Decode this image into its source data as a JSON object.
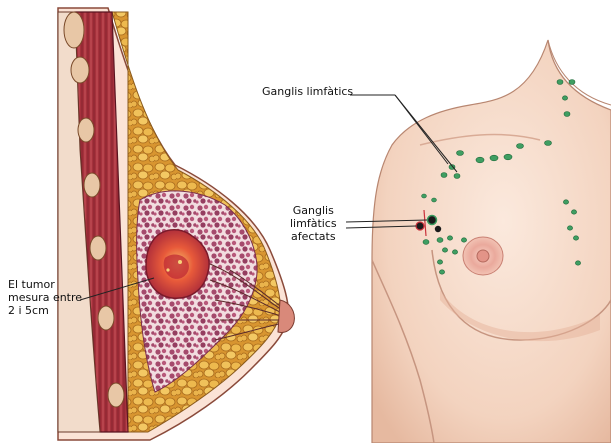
{
  "labels": {
    "tumor": [
      "El tumor",
      "mesura entre",
      "2 i 5cm"
    ],
    "lymph_nodes": "Ganglis limfàtics",
    "affected_nodes": [
      "Ganglis",
      "limfàtics",
      "afectats"
    ]
  },
  "colors": {
    "skin": "#f6dccb",
    "skin_shadow": "#e9bfa6",
    "muscle": "#a8343f",
    "fat": "#e0a63c",
    "gland": "#a4486a",
    "tumor": "#e04a30",
    "node": "#3a9a5e",
    "node_affected": "#1a1a1a",
    "areola": "#e7a79c"
  }
}
